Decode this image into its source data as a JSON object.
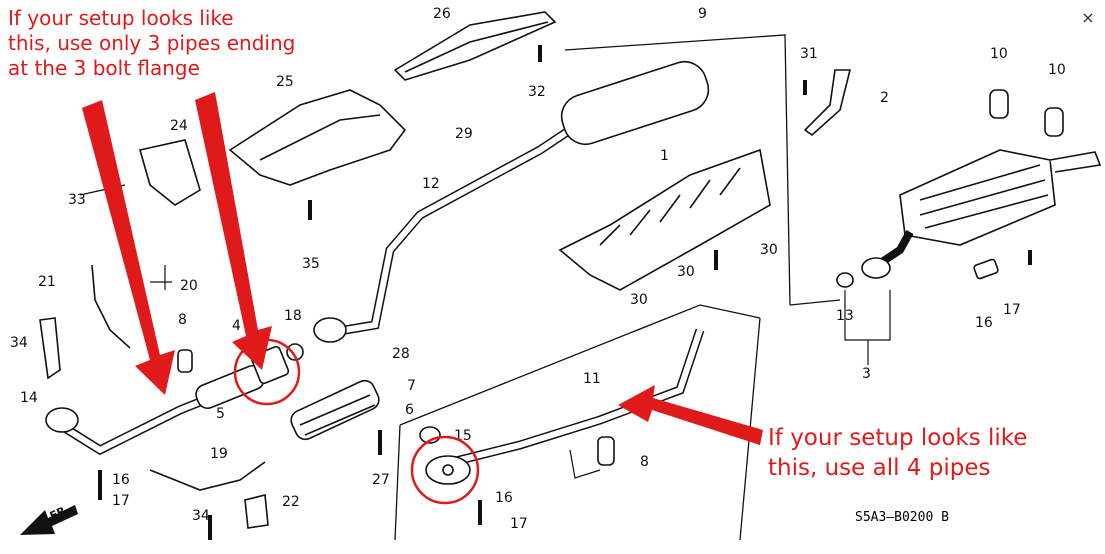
{
  "close_glyph": "×",
  "callouts": {
    "left": "If your setup looks like\nthis, use only 3 pipes ending\nat the 3 bolt flange",
    "right": "If your setup looks like\nthis, use all 4 pipes"
  },
  "diagram_code": "S5A3—B0200  B",
  "front_label": "FR.",
  "part_numbers": {
    "p1": "1",
    "p2": "2",
    "p3": "3",
    "p4": "4",
    "p5": "5",
    "p6": "6",
    "p7": "7",
    "p8a": "8",
    "p8b": "8",
    "p9": "9",
    "p10a": "10",
    "p10b": "10",
    "p11": "11",
    "p12": "12",
    "p13": "13",
    "p14": "14",
    "p15": "15",
    "p16a": "16",
    "p16b": "16",
    "p16c": "16",
    "p17a": "17",
    "p17b": "17",
    "p17c": "17",
    "p18": "18",
    "p19": "19",
    "p20": "20",
    "p21": "21",
    "p22": "22",
    "p24": "24",
    "p25": "25",
    "p26": "26",
    "p27": "27",
    "p28": "28",
    "p29": "29",
    "p30a": "30",
    "p30b": "30",
    "p30c": "30",
    "p31": "31",
    "p32": "32",
    "p33": "33",
    "p34a": "34",
    "p34b": "34",
    "p35": "35"
  },
  "colors": {
    "annotation": "#e01a1a",
    "line_art": "#111111",
    "background": "#ffffff"
  }
}
